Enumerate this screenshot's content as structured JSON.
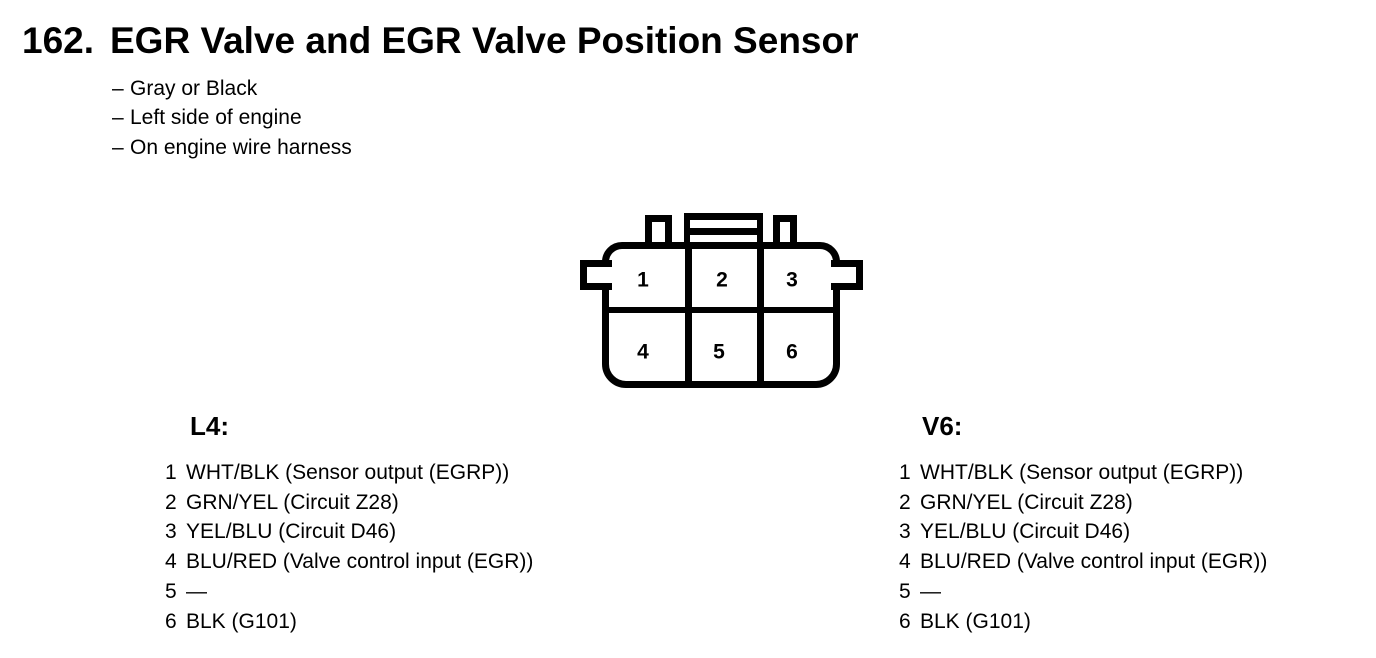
{
  "header": {
    "number": "162.",
    "title": "EGR Valve and EGR Valve Position Sensor"
  },
  "notes": {
    "dash": "–",
    "items": [
      "Gray or Black",
      "Left side of engine",
      "On engine wire harness"
    ]
  },
  "connector": {
    "type": "6-pin connector, 2 rows x 3 columns, front view",
    "pins": [
      "1",
      "2",
      "3",
      "4",
      "5",
      "6"
    ]
  },
  "pin_lists": [
    {
      "heading": "L4:",
      "pins": [
        {
          "num": "1",
          "desc": "WHT/BLK (Sensor output (EGRP))"
        },
        {
          "num": "2",
          "desc": "GRN/YEL (Circuit Z28)"
        },
        {
          "num": "3",
          "desc": "YEL/BLU (Circuit D46)"
        },
        {
          "num": "4",
          "desc": "BLU/RED (Valve control input (EGR))"
        },
        {
          "num": "5",
          "desc": "—"
        },
        {
          "num": "6",
          "desc": "BLK (G101)"
        }
      ]
    },
    {
      "heading": "V6:",
      "pins": [
        {
          "num": "1",
          "desc": "WHT/BLK (Sensor output (EGRP))"
        },
        {
          "num": "2",
          "desc": "GRN/YEL (Circuit Z28)"
        },
        {
          "num": "3",
          "desc": "YEL/BLU (Circuit D46)"
        },
        {
          "num": "4",
          "desc": "BLU/RED (Valve control input (EGR))"
        },
        {
          "num": "5",
          "desc": "—"
        },
        {
          "num": "6",
          "desc": "BLK (G101)"
        }
      ]
    }
  ],
  "colors": {
    "ink": "#000000",
    "background": "#ffffff"
  }
}
